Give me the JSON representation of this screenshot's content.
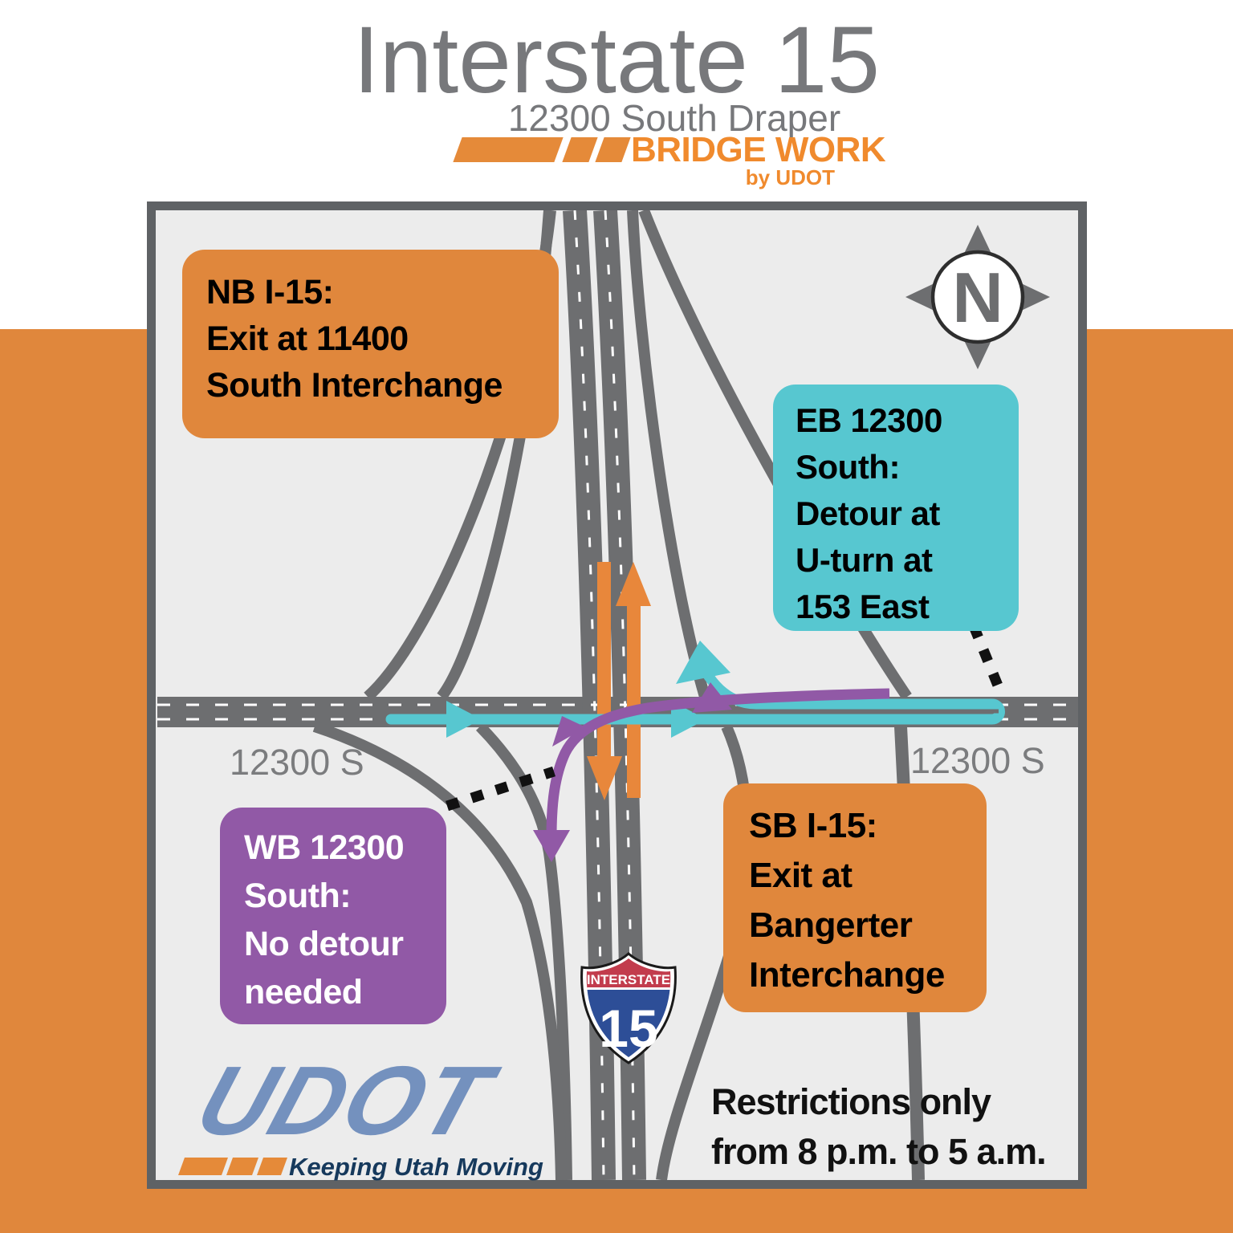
{
  "header": {
    "title": "Interstate 15",
    "subtitle": "12300 South Draper",
    "brand": "BRIDGE WORK",
    "byline": "by UDOT"
  },
  "map": {
    "compass_label": "N",
    "street_label_left": "12300 S",
    "street_label_right": "12300 S",
    "shield": {
      "top": "INTERSTATE",
      "number": "15"
    },
    "callouts": {
      "nb": {
        "text": "NB I-15:\nExit at 11400\nSouth Interchange",
        "color": "#e0873c"
      },
      "eb": {
        "text": "EB 12300\nSouth:\nDetour at\nU-turn at\n153 East",
        "color": "#57c7d0"
      },
      "wb": {
        "text": "WB 12300\nSouth:\nNo detour\nneeded",
        "color": "#9159a6"
      },
      "sb": {
        "text": "SB I-15:\nExit at\nBangerter\nInterchange",
        "color": "#e0873c"
      }
    },
    "note": "Restrictions only\nfrom 8 p.m. to 5 a.m."
  },
  "footer_logo": {
    "name": "UDOT",
    "tagline": "Keeping Utah Moving"
  },
  "colors": {
    "orange": "#e0873c",
    "orange_arrows": "#e8873b",
    "teal_route": "#57c7d0",
    "purple_route": "#9159a6",
    "road_gray": "#6d6e70",
    "map_background": "#ececec",
    "title_gray": "#77787b",
    "udot_blue": "#7491be",
    "udot_navy": "#16395c",
    "shield_red": "#c23c4d",
    "shield_blue": "#2d4e97"
  }
}
